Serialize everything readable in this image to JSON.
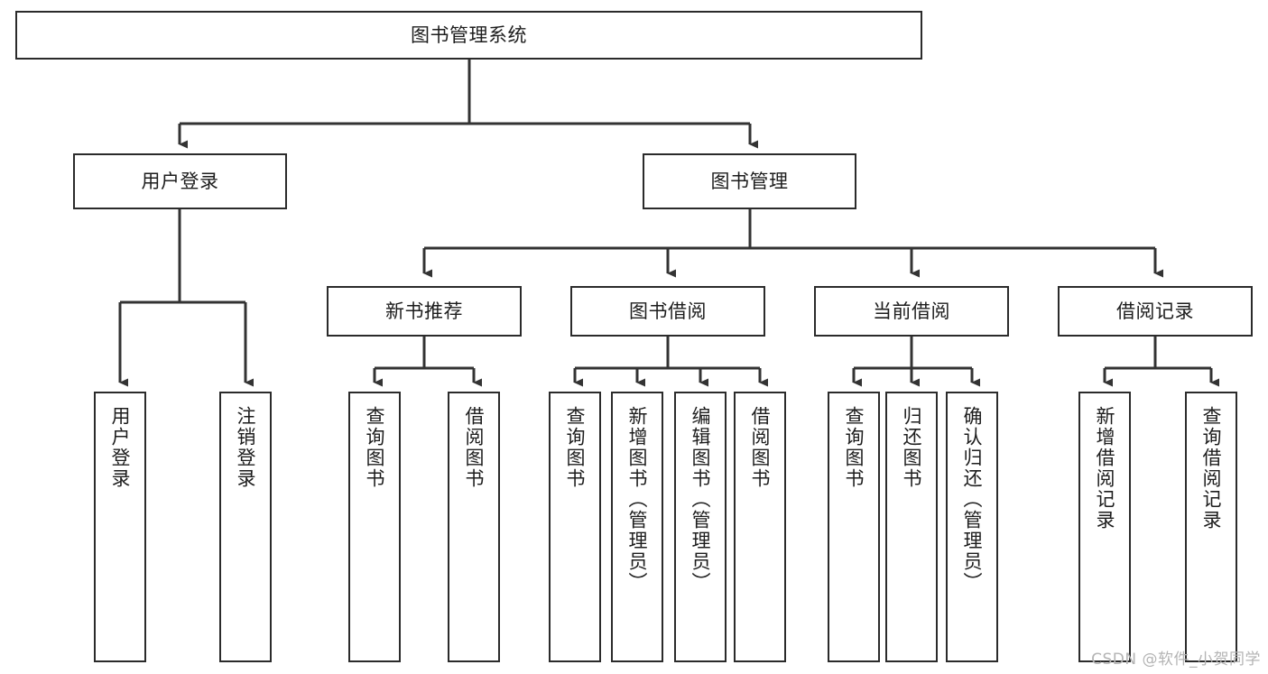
{
  "diagram": {
    "type": "tree",
    "title": "图书管理系统",
    "colors": {
      "node_border": "#2b2b2b",
      "node_fill": "#ffffff",
      "connector": "#333333",
      "text": "#1d1d1d",
      "watermark": "#b4b4b4",
      "background": "#ffffff"
    },
    "nodes": {
      "root": {
        "label": "图书管理系统"
      },
      "level2": [
        {
          "label": "用户登录"
        },
        {
          "label": "图书管理"
        }
      ],
      "level3": [
        {
          "label": "新书推荐"
        },
        {
          "label": "图书借阅"
        },
        {
          "label": "当前借阅"
        },
        {
          "label": "借阅记录"
        }
      ],
      "leaves_user_login": [
        {
          "label": "用户登录"
        },
        {
          "label": "注销登录"
        }
      ],
      "leaves_new_book": [
        {
          "label": "查询图书"
        },
        {
          "label": "借阅图书"
        }
      ],
      "leaves_borrow": [
        {
          "label": "查询图书"
        },
        {
          "label": "新增图书（管理员）"
        },
        {
          "label": "编辑图书（管理员）"
        },
        {
          "label": "借阅图书"
        }
      ],
      "leaves_current": [
        {
          "label": "查询图书"
        },
        {
          "label": "归还图书"
        },
        {
          "label": "确认归还（管理员）"
        }
      ],
      "leaves_records": [
        {
          "label": "新增借阅记录"
        },
        {
          "label": "查询借阅记录"
        }
      ]
    },
    "edges": [
      {
        "from": "图书管理系统",
        "to": "用户登录"
      },
      {
        "from": "图书管理系统",
        "to": "图书管理"
      },
      {
        "from": "用户登录",
        "to": "用户登录"
      },
      {
        "from": "用户登录",
        "to": "注销登录"
      },
      {
        "from": "图书管理",
        "to": "新书推荐"
      },
      {
        "from": "图书管理",
        "to": "图书借阅"
      },
      {
        "from": "图书管理",
        "to": "当前借阅"
      },
      {
        "from": "图书管理",
        "to": "借阅记录"
      },
      {
        "from": "新书推荐",
        "to": "查询图书"
      },
      {
        "from": "新书推荐",
        "to": "借阅图书"
      },
      {
        "from": "图书借阅",
        "to": "查询图书"
      },
      {
        "from": "图书借阅",
        "to": "新增图书（管理员）"
      },
      {
        "from": "图书借阅",
        "to": "编辑图书（管理员）"
      },
      {
        "from": "图书借阅",
        "to": "借阅图书"
      },
      {
        "from": "当前借阅",
        "to": "查询图书"
      },
      {
        "from": "当前借阅",
        "to": "归还图书"
      },
      {
        "from": "当前借阅",
        "to": "确认归还（管理员）"
      },
      {
        "from": "借阅记录",
        "to": "新增借阅记录"
      },
      {
        "from": "借阅记录",
        "to": "查询借阅记录"
      }
    ]
  },
  "watermark": {
    "text": "CSDN @软件_小贺同学"
  }
}
